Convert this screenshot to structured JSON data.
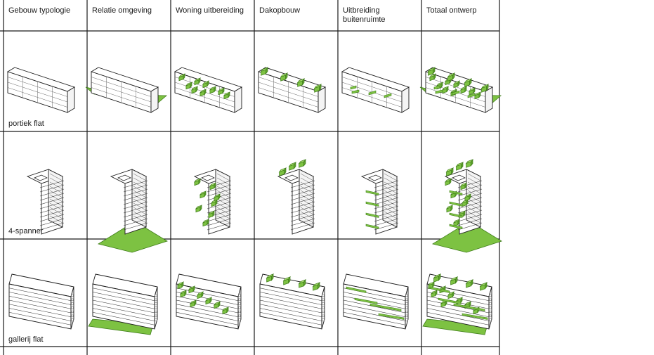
{
  "columns": [
    {
      "label": "Gebouw typologie"
    },
    {
      "label": "Relatie omgeving"
    },
    {
      "label": "Woning uitbereiding"
    },
    {
      "label": "Dakopbouw"
    },
    {
      "label": "Uitbreiding buitenruimte"
    },
    {
      "label": "Totaal ontwerp"
    }
  ],
  "rows": [
    {
      "label": "portiek flat"
    },
    {
      "label": "4-spanner"
    },
    {
      "label": "gallerij flat"
    }
  ],
  "colors": {
    "green": "#7dc242",
    "green_dark": "#3f7d1a",
    "line": "#1a1a1a",
    "face": "#ffffff"
  }
}
